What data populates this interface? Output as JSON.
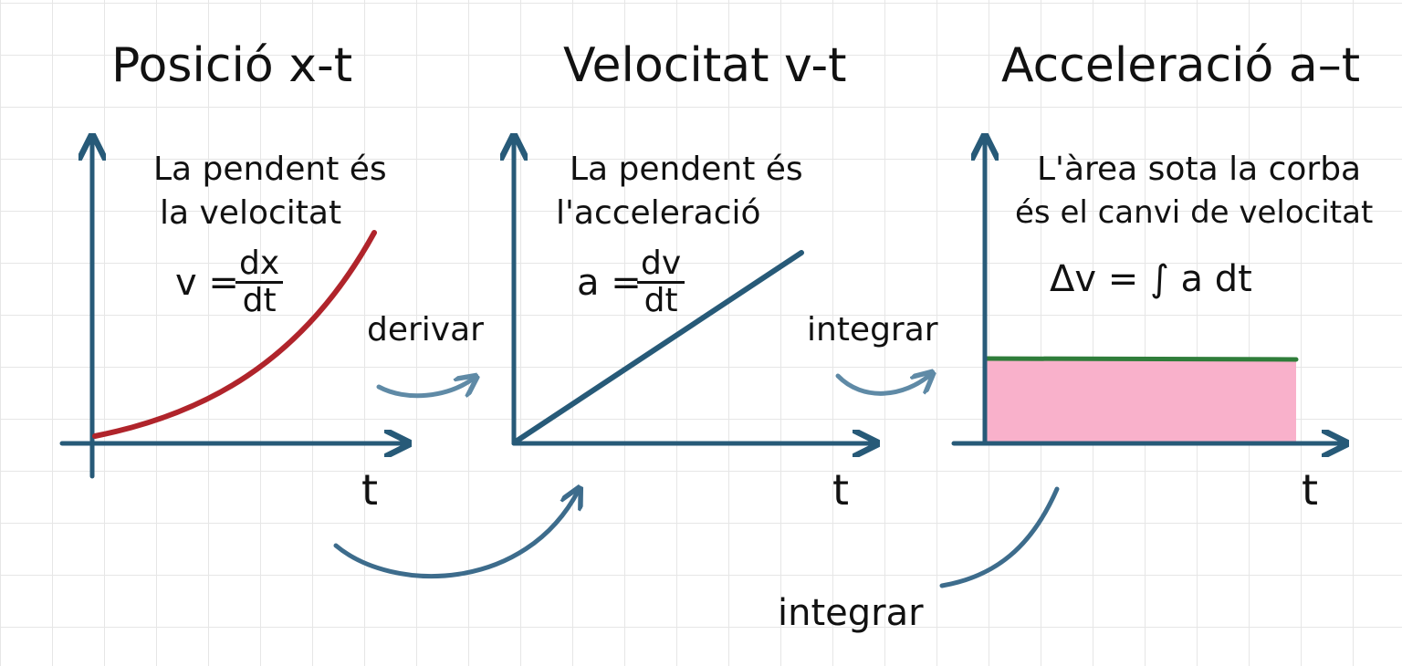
{
  "panels": [
    {
      "title": "Posició   x-t",
      "note_line1": "La pendent és",
      "note_line2": "la velocitat",
      "formula_lhs": "v =",
      "formula_num": "dx",
      "formula_den": "dt",
      "axis_label": "t",
      "curve_color": "#b0242b"
    },
    {
      "title": "Velocitat  v-t",
      "note_line1": "La pendent és",
      "note_line2": "l'acceleració",
      "formula_lhs": "a =",
      "formula_num": "dv",
      "formula_den": "dt",
      "axis_label": "t",
      "curve_color": "#275a78"
    },
    {
      "title": "Acceleració a–t",
      "note_line1": "L'àrea sota la corba",
      "note_line2": "és el canvi de velocitat",
      "formula": "Δv = ∫ a dt",
      "axis_label": "t",
      "curve_color": "#2f7d3a",
      "area_color": "#f9b1cb"
    }
  ],
  "arrows": {
    "derivar": "derivar",
    "integrar_top": "integrar",
    "integrar_bottom": "integrar"
  },
  "colors": {
    "axis": "#275a78",
    "arrow": "#5f8aa6",
    "big_arrow": "#3d6c8c",
    "text": "#111111"
  }
}
